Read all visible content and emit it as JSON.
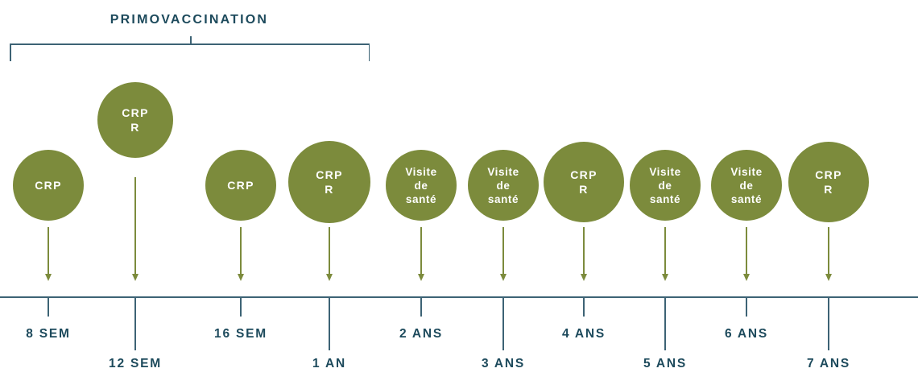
{
  "bracket": {
    "label": "PRIMOVACCINATION"
  },
  "colors": {
    "circle": "#7c8b3c",
    "line": "#3d6375",
    "text": "#1d4a5c"
  },
  "steps": [
    {
      "lines": [
        "CRP"
      ],
      "age": "8 SEM",
      "row": "upper"
    },
    {
      "lines": [
        "CRP",
        "R"
      ],
      "age": "12 SEM",
      "row": "lower"
    },
    {
      "lines": [
        "CRP"
      ],
      "age": "16 SEM",
      "row": "upper"
    },
    {
      "lines": [
        "CRP",
        "R"
      ],
      "age": "1 AN",
      "row": "lower"
    },
    {
      "lines": [
        "Visite",
        "de",
        "santé"
      ],
      "age": "2 ANS",
      "row": "upper"
    },
    {
      "lines": [
        "Visite",
        "de",
        "santé"
      ],
      "age": "3 ANS",
      "row": "lower"
    },
    {
      "lines": [
        "CRP",
        "R"
      ],
      "age": "4 ANS",
      "row": "upper"
    },
    {
      "lines": [
        "Visite",
        "de",
        "santé"
      ],
      "age": "5 ANS",
      "row": "lower"
    },
    {
      "lines": [
        "Visite",
        "de",
        "santé"
      ],
      "age": "6 ANS",
      "row": "upper"
    },
    {
      "lines": [
        "CRP",
        "R"
      ],
      "age": "7 ANS",
      "row": "lower"
    }
  ]
}
